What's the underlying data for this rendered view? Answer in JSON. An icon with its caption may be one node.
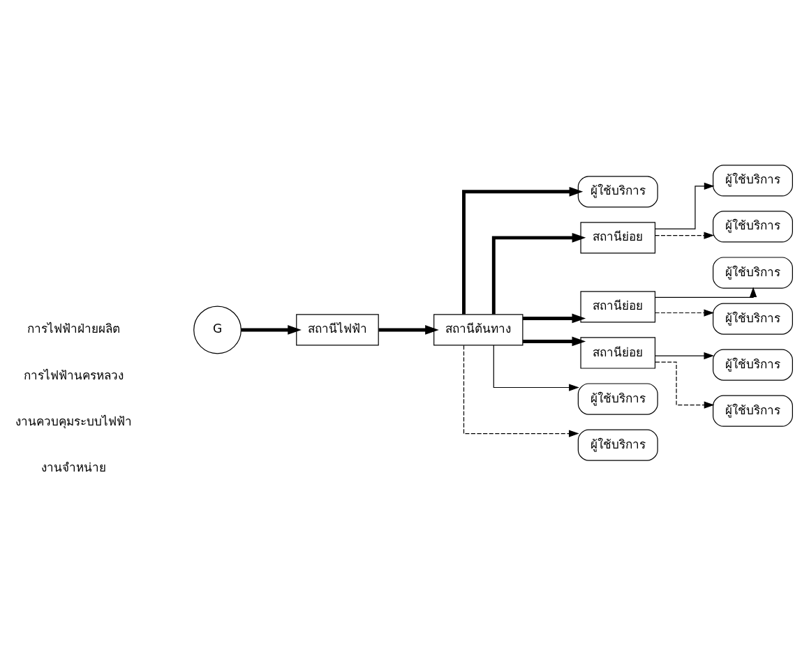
{
  "diagram": {
    "nodes": [
      {
        "text": [
          "G"
        ]
      },
      {
        "text": [
          "สถานีไฟฟ้า"
        ]
      },
      {
        "text": [
          "สถานีต้นทาง"
        ]
      },
      {
        "text": [
          "ผู้ใช้บริการ"
        ]
      },
      {
        "text": [
          "สถานีย่อย"
        ]
      },
      {
        "text": [
          "ผู้ใช้บริการ"
        ]
      },
      {
        "text": [
          "ผู้ใช้บริการ"
        ]
      },
      {
        "text": [
          "สถานีย่อย"
        ]
      },
      {
        "text": [
          "ผู้ใช้บริการ"
        ]
      },
      {
        "text": [
          "ผู้ใช้บริการ"
        ]
      },
      {
        "text": [
          "สถานีย่อย"
        ]
      },
      {
        "text": [
          "ผู้ใช้บริการ"
        ]
      },
      {
        "text": [
          "ผู้ใช้บริการ"
        ]
      },
      {
        "text": [
          "ผู้ใช้บริการ"
        ]
      },
      {
        "text": [
          "ผู้ใช้บริการ"
        ]
      }
    ],
    "edges": [
      {
        "from": 0,
        "to": 1,
        "arrow": "to",
        "style": "thick"
      },
      {
        "from": 1,
        "to": 2,
        "arrow": "to",
        "style": "thick"
      },
      {
        "from": 2,
        "to": 3,
        "arrow": "to",
        "style": "thick"
      },
      {
        "from": 2,
        "to": 4,
        "arrow": "to",
        "style": "thick"
      },
      {
        "from": 2,
        "to": 7,
        "arrow": "to",
        "style": "thick"
      },
      {
        "from": 2,
        "to": 10,
        "arrow": "to",
        "style": "thick"
      },
      {
        "from": 4,
        "to": 5,
        "arrow": "to"
      },
      {
        "from": 4,
        "to": 6,
        "arrow": "to",
        "style": "dashed"
      },
      {
        "from": 7,
        "to": 8,
        "arrow": "to"
      },
      {
        "from": 7,
        "to": 9,
        "arrow": "to",
        "style": "dashed"
      },
      {
        "from": 10,
        "to": 11,
        "arrow": "to"
      },
      {
        "from": 10,
        "to": 12,
        "arrow": "to",
        "style": "dashed"
      },
      {
        "from": 2,
        "to": 13,
        "arrow": "to"
      },
      {
        "from": 2,
        "to": 14,
        "arrow": "to",
        "style": "dashed"
      }
    ],
    "labels": [
      "การไฟฟ้าฝ่ายผลิต",
      "การไฟฟ้านครหลวง",
      "งานควบคุมระบบไฟฟ้า",
      "งานจำหน่าย"
    ]
  }
}
